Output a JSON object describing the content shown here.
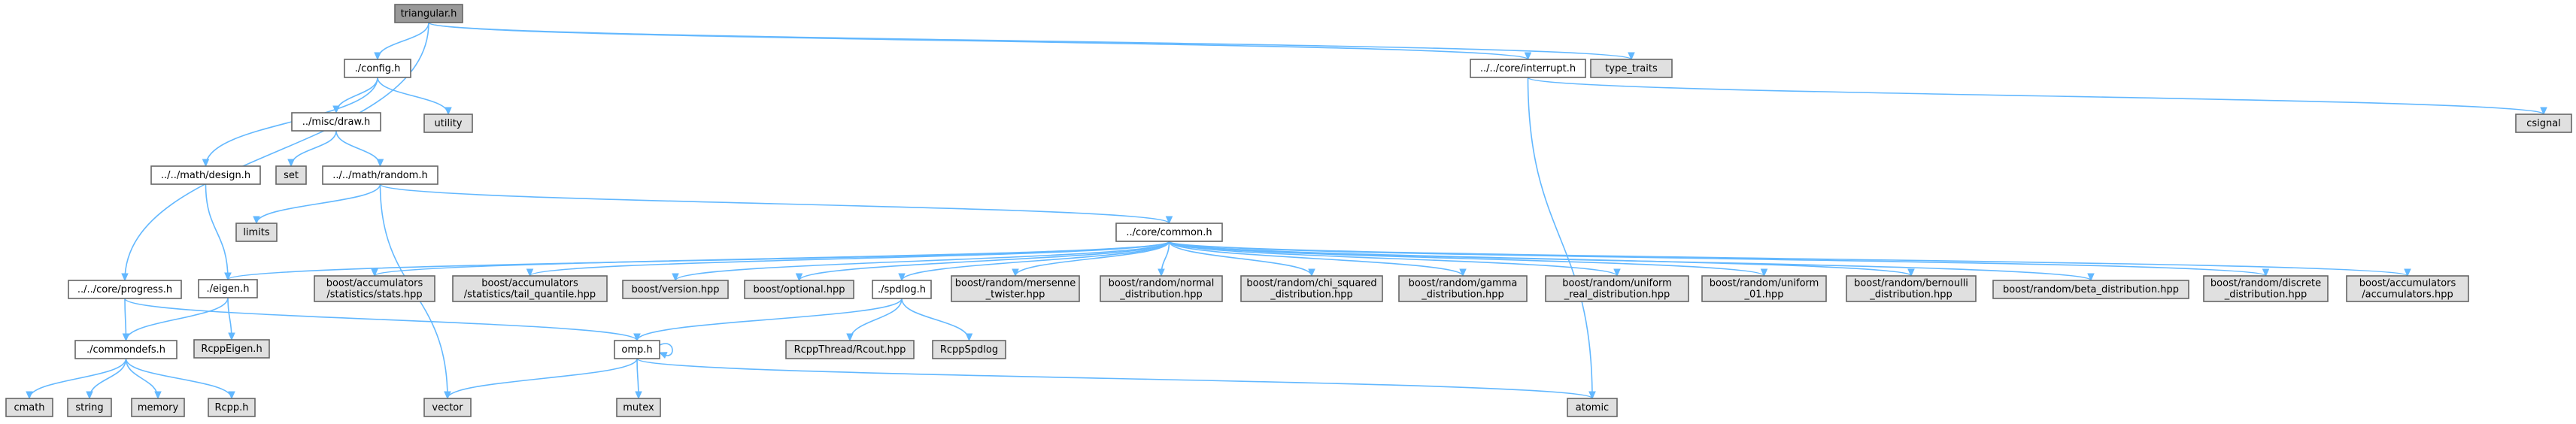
{
  "colors": {
    "root_fill": "#999999",
    "local_fill": "#ffffff",
    "system_fill": "#e0e0e0",
    "border": "#666666",
    "edge": "#63b8ff",
    "text": "#000000"
  },
  "nodes": [
    {
      "id": "triangular",
      "lines": [
        "triangular.h"
      ],
      "kind": "root"
    },
    {
      "id": "config",
      "lines": [
        "./config.h"
      ],
      "kind": "local"
    },
    {
      "id": "interrupt",
      "lines": [
        "../../core/interrupt.h"
      ],
      "kind": "local"
    },
    {
      "id": "type_traits",
      "lines": [
        "type_traits"
      ],
      "kind": "system"
    },
    {
      "id": "utility",
      "lines": [
        "utility"
      ],
      "kind": "system"
    },
    {
      "id": "draw",
      "lines": [
        "../misc/draw.h"
      ],
      "kind": "local"
    },
    {
      "id": "csignal",
      "lines": [
        "csignal"
      ],
      "kind": "system"
    },
    {
      "id": "design",
      "lines": [
        "../../math/design.h"
      ],
      "kind": "local"
    },
    {
      "id": "set",
      "lines": [
        "set"
      ],
      "kind": "system"
    },
    {
      "id": "random",
      "lines": [
        "../../math/random.h"
      ],
      "kind": "local"
    },
    {
      "id": "limits",
      "lines": [
        "limits"
      ],
      "kind": "system"
    },
    {
      "id": "common",
      "lines": [
        "../core/common.h"
      ],
      "kind": "local"
    },
    {
      "id": "progress",
      "lines": [
        "../../core/progress.h"
      ],
      "kind": "local"
    },
    {
      "id": "eigen",
      "lines": [
        "./eigen.h"
      ],
      "kind": "local"
    },
    {
      "id": "b_stats",
      "lines": [
        "boost/accumulators",
        "/statistics/stats.hpp"
      ],
      "kind": "system"
    },
    {
      "id": "b_tail",
      "lines": [
        "boost/accumulators",
        "/statistics/tail_quantile.hpp"
      ],
      "kind": "system"
    },
    {
      "id": "b_version",
      "lines": [
        "boost/version.hpp"
      ],
      "kind": "system"
    },
    {
      "id": "b_optional",
      "lines": [
        "boost/optional.hpp"
      ],
      "kind": "system"
    },
    {
      "id": "spdlog",
      "lines": [
        "./spdlog.h"
      ],
      "kind": "local"
    },
    {
      "id": "b_mersenne",
      "lines": [
        "boost/random/mersenne",
        "_twister.hpp"
      ],
      "kind": "system"
    },
    {
      "id": "b_normal",
      "lines": [
        "boost/random/normal",
        "_distribution.hpp"
      ],
      "kind": "system"
    },
    {
      "id": "b_chi",
      "lines": [
        "boost/random/chi_squared",
        "_distribution.hpp"
      ],
      "kind": "system"
    },
    {
      "id": "b_gamma",
      "lines": [
        "boost/random/gamma",
        "_distribution.hpp"
      ],
      "kind": "system"
    },
    {
      "id": "b_uniform_real",
      "lines": [
        "boost/random/uniform",
        "_real_distribution.hpp"
      ],
      "kind": "system"
    },
    {
      "id": "b_uniform01",
      "lines": [
        "boost/random/uniform",
        "_01.hpp"
      ],
      "kind": "system"
    },
    {
      "id": "b_bernoulli",
      "lines": [
        "boost/random/bernoulli",
        "_distribution.hpp"
      ],
      "kind": "system"
    },
    {
      "id": "b_beta",
      "lines": [
        "boost/random/beta_distribution.hpp"
      ],
      "kind": "system"
    },
    {
      "id": "b_discrete",
      "lines": [
        "boost/random/discrete",
        "_distribution.hpp"
      ],
      "kind": "system"
    },
    {
      "id": "b_accumulators",
      "lines": [
        "boost/accumulators",
        "/accumulators.hpp"
      ],
      "kind": "system"
    },
    {
      "id": "commondefs",
      "lines": [
        "./commondefs.h"
      ],
      "kind": "local"
    },
    {
      "id": "rcppeigen",
      "lines": [
        "RcppEigen.h"
      ],
      "kind": "system"
    },
    {
      "id": "omp",
      "lines": [
        "omp.h"
      ],
      "kind": "local"
    },
    {
      "id": "rcpp_rcout",
      "lines": [
        "RcppThread/Rcout.hpp"
      ],
      "kind": "system"
    },
    {
      "id": "rcppspdlog",
      "lines": [
        "RcppSpdlog"
      ],
      "kind": "system"
    },
    {
      "id": "cmath",
      "lines": [
        "cmath"
      ],
      "kind": "system"
    },
    {
      "id": "string",
      "lines": [
        "string"
      ],
      "kind": "system"
    },
    {
      "id": "memory",
      "lines": [
        "memory"
      ],
      "kind": "system"
    },
    {
      "id": "rcpp",
      "lines": [
        "Rcpp.h"
      ],
      "kind": "system"
    },
    {
      "id": "vector",
      "lines": [
        "vector"
      ],
      "kind": "system"
    },
    {
      "id": "mutex",
      "lines": [
        "mutex"
      ],
      "kind": "system"
    },
    {
      "id": "atomic",
      "lines": [
        "atomic"
      ],
      "kind": "system"
    }
  ],
  "edges": [
    [
      "triangular",
      "config"
    ],
    [
      "triangular",
      "interrupt"
    ],
    [
      "triangular",
      "type_traits"
    ],
    [
      "triangular",
      "progress"
    ],
    [
      "config",
      "utility"
    ],
    [
      "config",
      "draw"
    ],
    [
      "config",
      "design"
    ],
    [
      "interrupt",
      "csignal"
    ],
    [
      "interrupt",
      "atomic"
    ],
    [
      "draw",
      "set"
    ],
    [
      "draw",
      "random"
    ],
    [
      "design",
      "eigen"
    ],
    [
      "random",
      "limits"
    ],
    [
      "random",
      "common"
    ],
    [
      "random",
      "vector"
    ],
    [
      "common",
      "eigen"
    ],
    [
      "common",
      "b_stats"
    ],
    [
      "common",
      "b_tail"
    ],
    [
      "common",
      "b_version"
    ],
    [
      "common",
      "b_optional"
    ],
    [
      "common",
      "spdlog"
    ],
    [
      "common",
      "b_mersenne"
    ],
    [
      "common",
      "b_normal"
    ],
    [
      "common",
      "b_chi"
    ],
    [
      "common",
      "b_gamma"
    ],
    [
      "common",
      "b_uniform_real"
    ],
    [
      "common",
      "b_uniform01"
    ],
    [
      "common",
      "b_bernoulli"
    ],
    [
      "common",
      "b_beta"
    ],
    [
      "common",
      "b_discrete"
    ],
    [
      "common",
      "b_accumulators"
    ],
    [
      "progress",
      "commondefs"
    ],
    [
      "progress",
      "omp"
    ],
    [
      "eigen",
      "commondefs"
    ],
    [
      "eigen",
      "rcppeigen"
    ],
    [
      "spdlog",
      "omp"
    ],
    [
      "spdlog",
      "rcpp_rcout"
    ],
    [
      "spdlog",
      "rcppspdlog"
    ],
    [
      "commondefs",
      "cmath"
    ],
    [
      "commondefs",
      "string"
    ],
    [
      "commondefs",
      "memory"
    ],
    [
      "commondefs",
      "rcpp"
    ],
    [
      "omp",
      "omp"
    ],
    [
      "omp",
      "vector"
    ],
    [
      "omp",
      "mutex"
    ],
    [
      "omp",
      "atomic"
    ]
  ]
}
